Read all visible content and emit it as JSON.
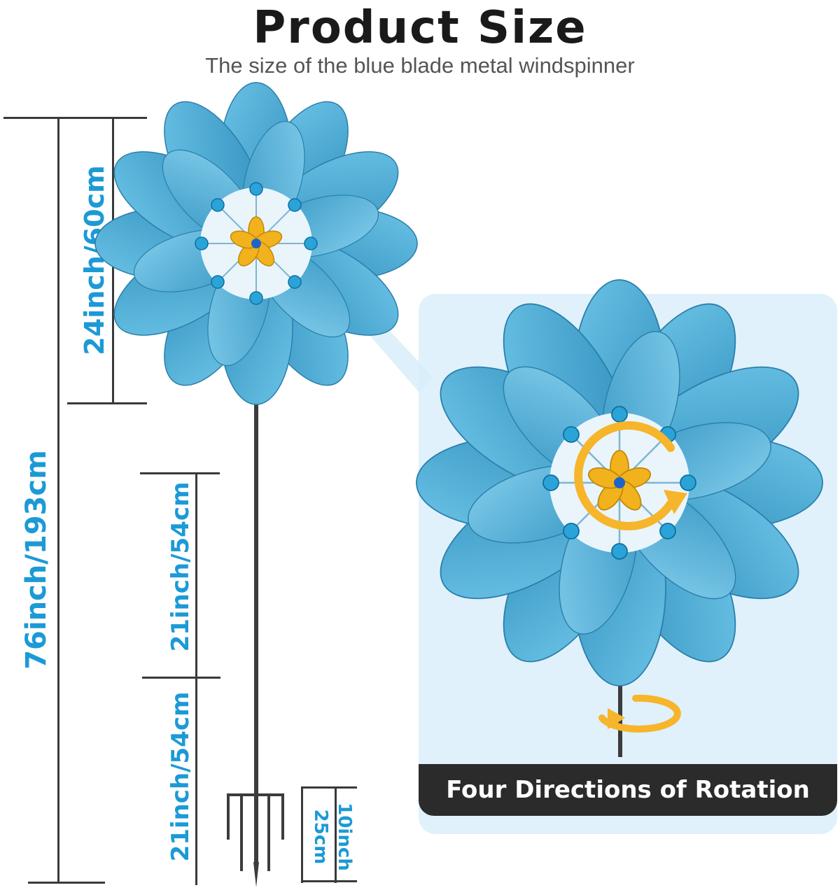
{
  "header": {
    "title": "Product Size",
    "subtitle": "The size of the blue blade metal windspinner"
  },
  "dimensions": {
    "total": "76inch/193cm",
    "head": "24inch/60cm",
    "pole_upper": "21inch/54cm",
    "pole_lower": "21inch/54cm",
    "stake": "10inch 25cm",
    "stake_line1": "10inch",
    "stake_line2": "25cm"
  },
  "detail": {
    "banner": "Four Directions of Rotation"
  },
  "colors": {
    "accent": "#1b9ad6",
    "petal": "#4fb3dc",
    "petal_dark": "#2f8fbd",
    "center": "#f2b21d",
    "arrow": "#f6b52a"
  },
  "icons": {
    "rotate_arrow": "rotate-clockwise-icon",
    "spin_arrow": "spin-horizontal-icon"
  }
}
